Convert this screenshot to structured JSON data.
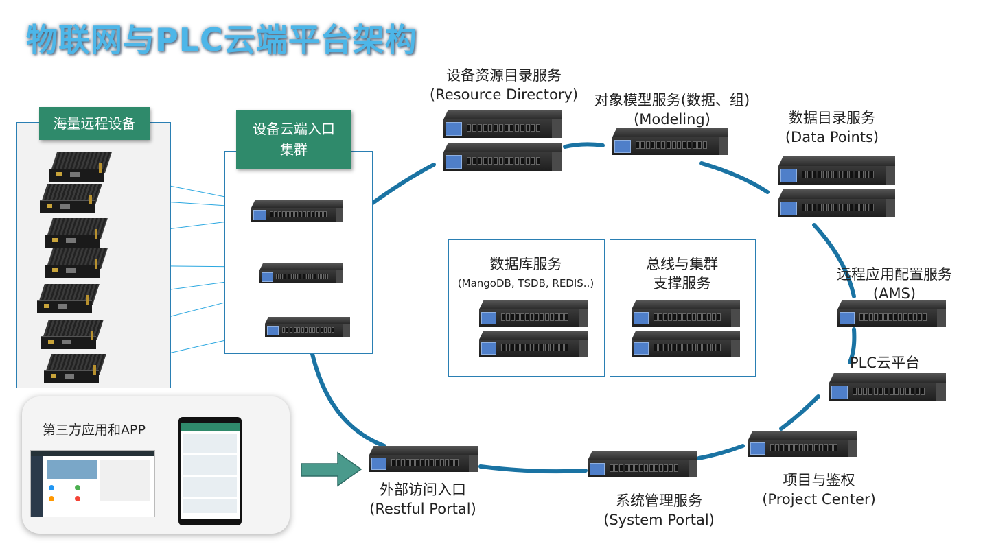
{
  "title": "物联网与PLC云端平台架构",
  "left_group": {
    "label": "海量远程设备"
  },
  "cluster_box": {
    "label_line1": "设备云端入口",
    "label_line2": "集群"
  },
  "services": {
    "resource_directory": {
      "name": "设备资源目录服务",
      "en": "(Resource Directory)"
    },
    "modeling": {
      "name": "对象模型服务(数据、组)",
      "en": "(Modeling)"
    },
    "data_points": {
      "name": "数据目录服务",
      "en": "(Data Points)"
    },
    "ams": {
      "name": "远程应用配置服务",
      "en": "(AMS)"
    },
    "plc_cloud": {
      "name": "PLC云平台"
    },
    "project_center": {
      "name": "项目与鉴权",
      "en": "(Project Center)"
    },
    "system_portal": {
      "name": "系统管理服务",
      "en": "(System Portal)"
    },
    "restful_portal": {
      "name": "外部访问入口",
      "en": "(Restful Portal)"
    },
    "database": {
      "name": "数据库服务",
      "en": "(MangoDB, TSDB, REDIS..)"
    },
    "bus_cluster": {
      "name_line1": "总线与集群",
      "name_line2": "支撑服务"
    }
  },
  "third_party": {
    "label": "第三方应用和APP"
  },
  "colors": {
    "ring": "#1a73a3",
    "arrow": "#2aa7e0",
    "title": "#4db6e8",
    "green": "#2f8a6b",
    "panel_border": "#2a7fb3"
  }
}
